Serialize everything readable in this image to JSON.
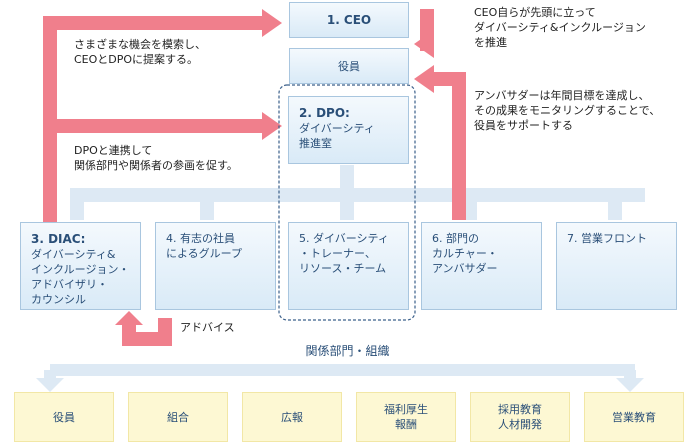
{
  "top": {
    "ceo": "1. CEO",
    "officers": "役員"
  },
  "notes": {
    "ceo_note_1": "CEO自らが先頭に立って",
    "ceo_note_2": "ダイバーシティ&インクルージョン",
    "ceo_note_3": "を推進",
    "left_note_1": "さまざまな機会を模索し、",
    "left_note_2": "CEOとDPOに提案する。",
    "amb_note_1": "アンバサダーは年間目標を達成し、",
    "amb_note_2": "その成果をモニタリングすることで、",
    "amb_note_3": "役員をサポートする",
    "dpo_note_1": "DPOと連携して",
    "dpo_note_2": "関係部門や関係者の参画を促す。",
    "advice": "アドバイス"
  },
  "dpo": {
    "title": "2. DPO:",
    "sub_1": "ダイバーシティ",
    "sub_2": "推進室"
  },
  "groups": {
    "diac_title": "3. DIAC:",
    "diac_1": "ダイバーシティ&",
    "diac_2": "インクルージョン・",
    "diac_3": "アドバイザリ・",
    "diac_4": "カウンシル",
    "g4_1": "4. 有志の社員",
    "g4_2": "によるグループ",
    "g5_1": "5. ダイバーシティ",
    "g5_2": "・トレーナー、",
    "g5_3": "リソース・チーム",
    "g6_1": "6. 部門の",
    "g6_2": "カルチャー・",
    "g6_3": "アンバサダー",
    "g7": "7. 営業フロント"
  },
  "related": {
    "heading": "関係部門・組織",
    "items": [
      "役員",
      "組合",
      "広報",
      "福利厚生",
      "報酬",
      "採用教育",
      "人材開発",
      "営業教育"
    ]
  },
  "colors": {
    "pink_arrow": "#f07f8c",
    "connector": "#dde9f4",
    "box_border": "#a9c6df",
    "dashed": "#3a5f8a",
    "yellow_fill": "#fdf8d3"
  }
}
